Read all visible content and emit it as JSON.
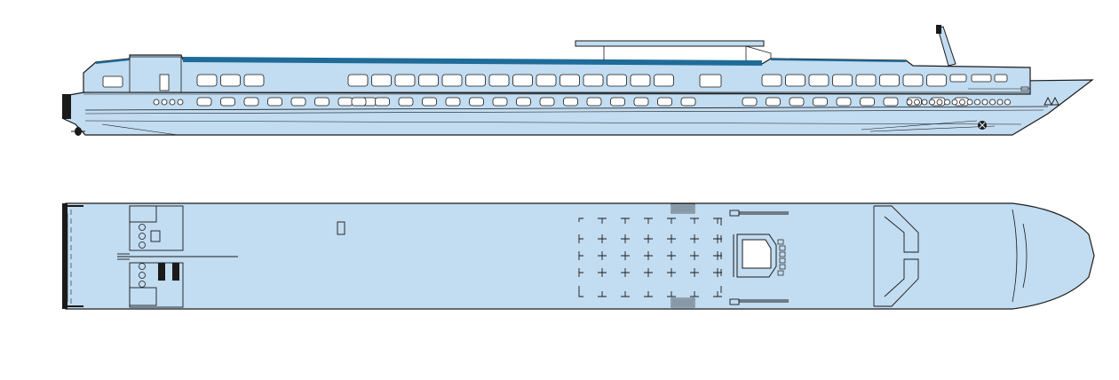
{
  "diagram": {
    "views": [
      "side-profile",
      "top-deck-plan"
    ],
    "colors": {
      "hull_fill": "#c2dcf1",
      "outline": "#1a1a1a",
      "accent_stripe": "#1f6c99",
      "window_fill": "#ffffff",
      "background": "#ffffff"
    },
    "side_view": {
      "upper_window_groups": [
        3,
        14,
        8,
        4
      ],
      "lower_window_groups": [
        20,
        10
      ],
      "porthole_count_stern": 4,
      "porthole_count_bow": 14
    },
    "deck_view": {
      "sun_lounger_grid_rows": 5,
      "sun_lounger_grid_cols": 7
    }
  }
}
